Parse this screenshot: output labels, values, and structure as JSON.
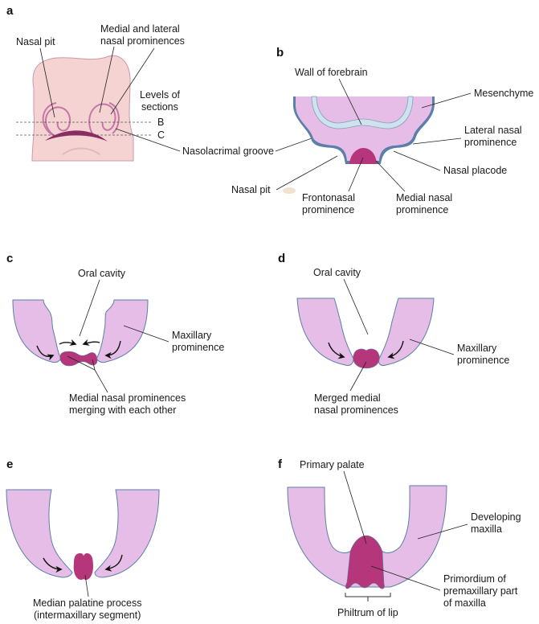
{
  "figure": {
    "colors": {
      "mesenchyme": "#e6bde6",
      "epithelium": "#5b7fa8",
      "forebrain": "#cfe3ee",
      "nasal_prominence": "#b5367a",
      "face_skin": "#f5d3d3",
      "face_groove": "#a8407e"
    },
    "panels": {
      "a": {
        "label": "a",
        "nasal_pit": "Nasal pit",
        "medial_lateral_1": "Medial and lateral",
        "medial_lateral_2": "nasal prominences",
        "levels_1": "Levels of",
        "levels_2": "sections",
        "level_b": "B",
        "level_c": "C",
        "nasolacrimal": "Nasolacrimal groove"
      },
      "b": {
        "label": "b",
        "wall_forebrain": "Wall of forebrain",
        "mesenchyme": "Mesenchyme",
        "lateral_1": "Lateral nasal",
        "lateral_2": "prominence",
        "nasal_placode": "Nasal placode",
        "nasal_pit": "Nasal pit",
        "frontonasal_1": "Frontonasal",
        "frontonasal_2": "prominence",
        "medial_1": "Medial nasal",
        "medial_2": "prominence"
      },
      "c": {
        "label": "c",
        "oral_cavity": "Oral cavity",
        "maxillary_1": "Maxillary",
        "maxillary_2": "prominence",
        "medial_1": "Medial nasal prominences",
        "medial_2": "merging with each other"
      },
      "d": {
        "label": "d",
        "oral_cavity": "Oral cavity",
        "maxillary_1": "Maxillary",
        "maxillary_2": "prominence",
        "merged_1": "Merged medial",
        "merged_2": "nasal prominences"
      },
      "e": {
        "label": "e",
        "median_1": "Median palatine process",
        "median_2": "(intermaxillary segment)"
      },
      "f": {
        "label": "f",
        "primary_palate": "Primary palate",
        "developing_1": "Developing",
        "developing_2": "maxilla",
        "primordium_1": "Primordium of",
        "primordium_2": "premaxillary part",
        "primordium_3": "of maxilla",
        "philtrum": "Philtrum of lip"
      }
    }
  }
}
